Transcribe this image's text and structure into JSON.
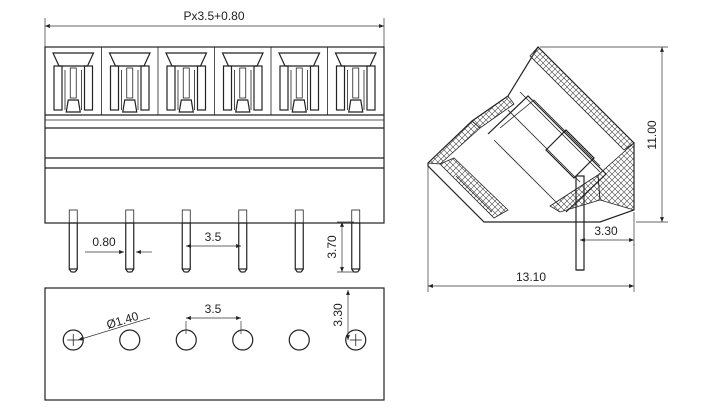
{
  "front_view": {
    "pin_count": 6,
    "overall_width_label": "Px3.5+0.80",
    "pin_width_label": "0.80",
    "pitch_label": "3.5",
    "pin_length_label": "3.70"
  },
  "bottom_view": {
    "hole_diameter_label": "Ø1.40",
    "pitch_label": "3.5",
    "edge_offset_label": "3.30"
  },
  "side_view": {
    "height_label": "11.00",
    "pin_offset_label": "3.30",
    "depth_label": "13.10"
  }
}
